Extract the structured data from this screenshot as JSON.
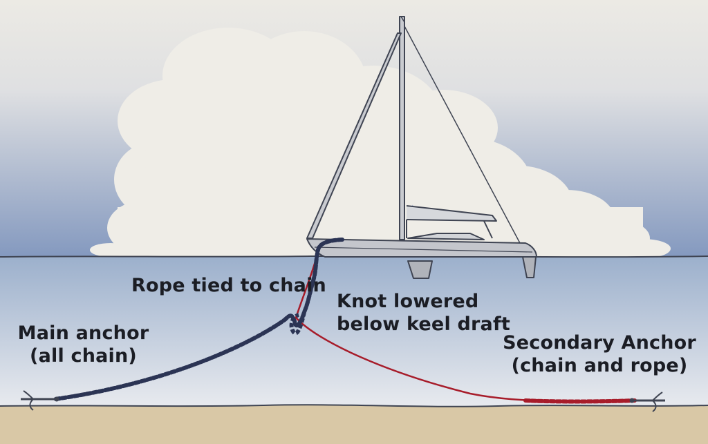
{
  "diagram": {
    "labels": {
      "rope_tied": "Rope tied to chain",
      "knot_line1": "Knot lowered",
      "knot_line2": "below keel draft",
      "main_line1": "Main anchor",
      "main_line2": "(all chain)",
      "secondary_line1": "Secondary Anchor",
      "secondary_line2": "(chain and rope)"
    },
    "colors": {
      "sky_top": "#eceae4",
      "sky_bottom": "#7f95bd",
      "cloud": "#efede7",
      "water_top": "#9fb2cd",
      "water_bottom": "#e8eaee",
      "seabed": "#d9c8a6",
      "hull": "#c4c6cc",
      "outline": "#3f4452",
      "chain": "#2b3454",
      "rope": "#a71c2a"
    }
  }
}
